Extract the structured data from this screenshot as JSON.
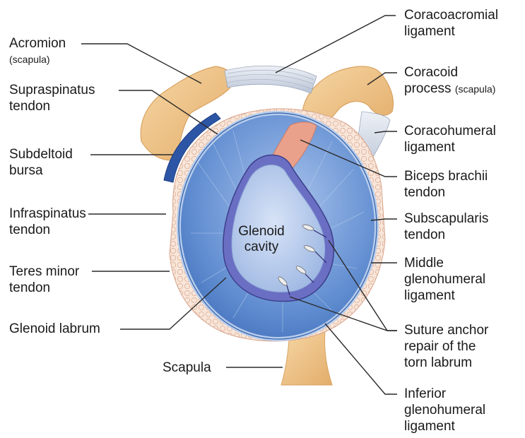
{
  "labels": {
    "acromion": {
      "line1": "Acromion",
      "line2": "(scapula)"
    },
    "supraspinatus": {
      "line1": "Supraspinatus",
      "line2": "tendon"
    },
    "subdeltoid": {
      "line1": "Subdeltoid",
      "line2": "bursa"
    },
    "infraspinatus": {
      "line1": "Infraspinatus",
      "line2": "tendon"
    },
    "teres_minor": {
      "line1": "Teres minor",
      "line2": "tendon"
    },
    "glenoid_labrum": {
      "line1": "Glenoid labrum"
    },
    "scapula": {
      "line1": "Scapula"
    },
    "coracoacromial": {
      "line1": "Coracoacromial",
      "line2": "ligament"
    },
    "coracoid": {
      "line1": "Coracoid",
      "line2a": "process",
      "line2b": "(scapula)"
    },
    "coracohumeral": {
      "line1": "Coracohumeral",
      "line2": "ligament"
    },
    "biceps": {
      "line1": "Biceps brachii",
      "line2": "tendon"
    },
    "subscapularis": {
      "line1": "Subscapularis",
      "line2": "tendon"
    },
    "middle_gh": {
      "line1": "Middle",
      "line2": "glenohumeral",
      "line3": "ligament"
    },
    "suture_anchor": {
      "line1": "Suture anchor",
      "line2": "repair of the",
      "line3": "torn labrum"
    },
    "inferior_gh": {
      "line1": "Inferior",
      "line2": "glenohumeral",
      "line3": "ligament"
    },
    "glenoid_cavity": {
      "line1": "Glenoid",
      "line2": "cavity"
    }
  },
  "colors": {
    "bone": "#f2c88c",
    "bone_shadow": "#d99f5c",
    "capsule": "#7fa7dd",
    "capsule_dark": "#2f5ea8",
    "labrum": "#6a6fc4",
    "tendon": "#f7e3d6",
    "biceps": "#e69a86",
    "leader": "#2a2a2a"
  }
}
